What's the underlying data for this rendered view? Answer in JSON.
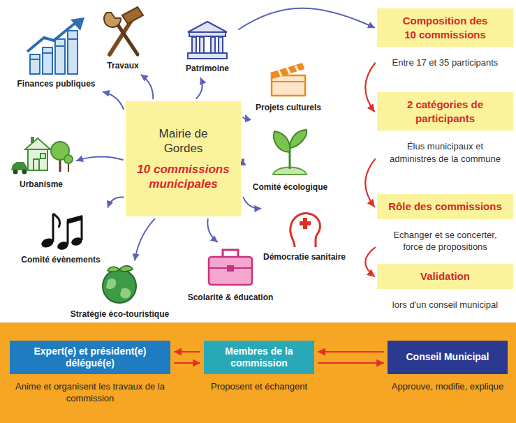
{
  "diagram": {
    "nodes": [
      {
        "text": [
          "Mairie de Gordes",
          "10 commissions municipales"
        ]
      },
      {
        "text": [
          "Finances publiques"
        ]
      },
      {
        "text": [
          "Travaux"
        ]
      },
      {
        "text": [
          "Patrimoine"
        ]
      },
      {
        "text": [
          "Projets culturels"
        ]
      },
      {
        "text": [
          "Comité écologique"
        ]
      },
      {
        "text": [
          "Démocratie sanitaire"
        ]
      },
      {
        "text": [
          "Scolarité & éducation"
        ]
      },
      {
        "text": [
          "Stratégie éco-touristique"
        ]
      },
      {
        "text": [
          "Comité évènements"
        ]
      },
      {
        "text": [
          "Urbanisme"
        ]
      },
      {
        "text": [
          "Composition des 10 commissions",
          "Entre 17 et 35 participants"
        ]
      },
      {
        "text": [
          "2 catégories de participants",
          "Élus municipaux et administrés de la commune"
        ]
      },
      {
        "text": [
          "Rôle des commissions",
          "Echanger et se concerter, force de propositions"
        ]
      },
      {
        "text": [
          "Validation",
          "lors d'un conseil municipal"
        ]
      },
      {
        "text": [
          "Expert(e) et président(e) délégué(e)",
          "Anime et organisent les travaux de la commission"
        ]
      },
      {
        "text": [
          "Membres de la commission",
          "Proposent et échangent"
        ]
      },
      {
        "text": [
          "Conseil Municipal",
          "Approuve, modifie, explique"
        ]
      }
    ],
    "edges": [
      {
        "from": 0,
        "to": 1,
        "arrow": "to"
      },
      {
        "from": 0,
        "to": 2,
        "arrow": "to"
      },
      {
        "from": 0,
        "to": 3,
        "arrow": "to"
      },
      {
        "from": 0,
        "to": 4,
        "arrow": "to"
      },
      {
        "from": 0,
        "to": 5,
        "arrow": "to"
      },
      {
        "from": 0,
        "to": 6,
        "arrow": "to"
      },
      {
        "from": 0,
        "to": 7,
        "arrow": "to"
      },
      {
        "from": 0,
        "to": 8,
        "arrow": "to"
      },
      {
        "from": 0,
        "to": 9,
        "arrow": "to"
      },
      {
        "from": 0,
        "to": 10,
        "arrow": "to"
      },
      {
        "from": 3,
        "to": 11,
        "arrow": "to"
      },
      {
        "from": 11,
        "to": 12,
        "arrow": "to"
      },
      {
        "from": 12,
        "to": 13,
        "arrow": "to"
      },
      {
        "from": 13,
        "to": 14,
        "arrow": "to"
      },
      {
        "from": 16,
        "to": 15,
        "arrow": "to"
      },
      {
        "from": 15,
        "to": 16,
        "arrow": "to"
      },
      {
        "from": 17,
        "to": 16,
        "arrow": "to"
      },
      {
        "from": 16,
        "to": 17,
        "arrow": "to"
      }
    ]
  }
}
